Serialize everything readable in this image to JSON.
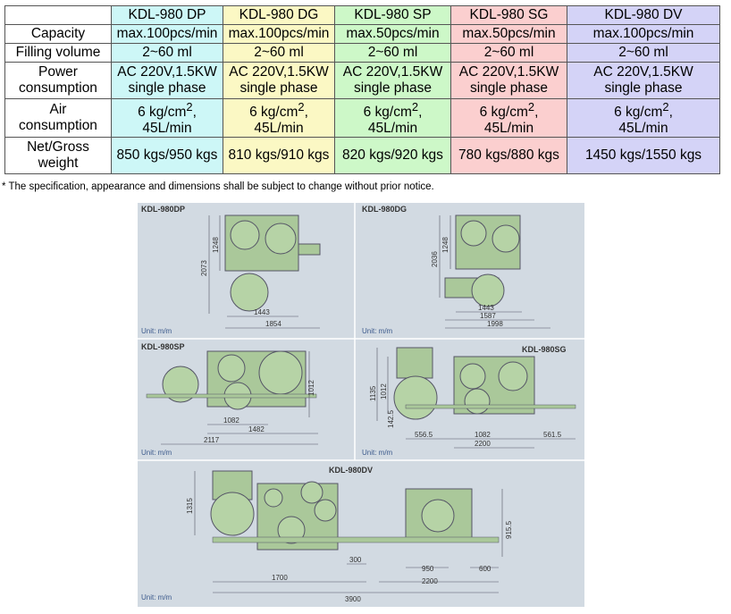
{
  "table": {
    "models": [
      "KDL-980 DP",
      "KDL-980 DG",
      "KDL-980 SP",
      "KDL-980 SG",
      "KDL-980 DV"
    ],
    "rows": [
      {
        "label": [
          "Capacity"
        ],
        "values": [
          [
            "max.100pcs/min"
          ],
          [
            "max.100pcs/min"
          ],
          [
            "max.50pcs/min"
          ],
          [
            "max.50pcs/min"
          ],
          [
            "max.100pcs/min"
          ]
        ]
      },
      {
        "label": [
          "Filling volume"
        ],
        "values": [
          [
            "2~60 ml"
          ],
          [
            "2~60 ml"
          ],
          [
            "2~60 ml"
          ],
          [
            "2~60 ml"
          ],
          [
            "2~60 ml"
          ]
        ]
      },
      {
        "label": [
          "Power",
          "consumption"
        ],
        "values": [
          [
            "AC 220V,1.5KW",
            "single phase"
          ],
          [
            "AC 220V,1.5KW",
            "single phase"
          ],
          [
            "AC 220V,1.5KW",
            "single phase"
          ],
          [
            "AC 220V,1.5KW",
            "single phase"
          ],
          [
            "AC 220V,1.5KW",
            "single phase"
          ]
        ]
      },
      {
        "label": [
          "Air",
          "consumption"
        ],
        "values": [
          [
            "6 kg/cm",
            "45L/min"
          ],
          [
            "6 kg/cm",
            "45L/min"
          ],
          [
            "6 kg/cm",
            "45L/min"
          ],
          [
            "6 kg/cm",
            "45L/min"
          ],
          [
            "6 kg/cm",
            "45L/min"
          ]
        ]
      },
      {
        "label": [
          "Net/Gross",
          "weight"
        ],
        "values": [
          [
            "850 kgs/950 kgs"
          ],
          [
            "810 kgs/910 kgs"
          ],
          [
            "820 kgs/920 kgs"
          ],
          [
            "780 kgs/880 kgs"
          ],
          [
            "1450 kgs/1550 kgs"
          ]
        ]
      }
    ],
    "air_superscript": "2",
    "air_comma": ","
  },
  "note": "* The specification, appearance and dimensions shall be subject to change without prior notice.",
  "drawings": {
    "unit_label": "Unit: m/m",
    "panels": [
      {
        "title": "KDL-980DP",
        "dims": [
          "2073",
          "1248",
          "1443",
          "1854"
        ]
      },
      {
        "title": "KDL-980DG",
        "dims": [
          "2036",
          "1248",
          "1443",
          "1587",
          "1998"
        ]
      },
      {
        "title": "KDL-980SP",
        "dims": [
          "1012",
          "1082",
          "1482",
          "2117"
        ]
      },
      {
        "title": "KDL-980SG",
        "dims": [
          "1135",
          "1012",
          "142.5",
          "556.5",
          "1082",
          "2200",
          "561.5"
        ]
      },
      {
        "title": "KDL-980DV",
        "dims": [
          "1315",
          "915.5",
          "300",
          "950",
          "600",
          "1700",
          "2200",
          "3900"
        ]
      }
    ]
  }
}
